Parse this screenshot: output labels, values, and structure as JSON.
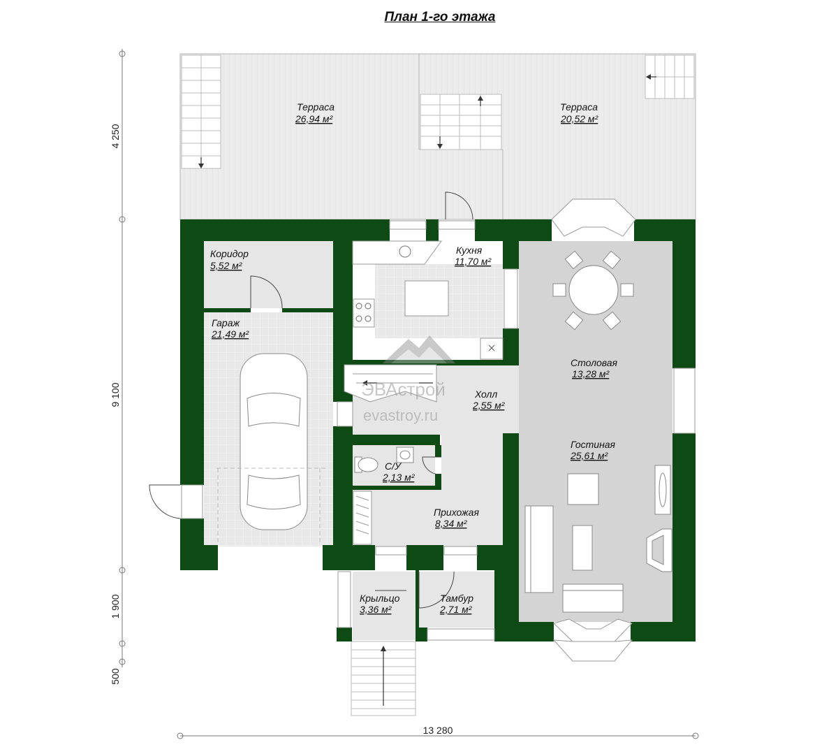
{
  "title": "План 1-го этажа",
  "rooms": {
    "terrace_left": {
      "name": "Терраса",
      "area": "26,94 м²"
    },
    "terrace_right": {
      "name": "Терраса",
      "area": "20,52 м²"
    },
    "corridor": {
      "name": "Коридор",
      "area": "5,52 м²"
    },
    "kitchen": {
      "name": "Кухня",
      "area": "11,70 м²"
    },
    "garage": {
      "name": "Гараж",
      "area": "21,49 м²"
    },
    "dining": {
      "name": "Столовая",
      "area": "13,28 м²"
    },
    "hall": {
      "name": "Холл",
      "area": "2,55 м²"
    },
    "living": {
      "name": "Гостиная",
      "area": "25,61 м²"
    },
    "wc": {
      "name": "С/У",
      "area": "2,13 м²"
    },
    "entry": {
      "name": "Прихожая",
      "area": "8,34 м²"
    },
    "porch": {
      "name": "Крыльцо",
      "area": "3,36 м²"
    },
    "vestibule": {
      "name": "Тамбур",
      "area": "2,71 м²"
    }
  },
  "dimensions": {
    "v_terrace": "4 250",
    "v_house": "9 100",
    "v_porch": "1 900",
    "v_steps": "500",
    "h_total": "13 280"
  },
  "watermark": {
    "brand": "ЭВАстрой",
    "site": "evastroy.ru"
  },
  "colors": {
    "wall": "#0d4a14",
    "floor": "#e6e6e6",
    "living_floor": "#d4d4d4",
    "terrace": "#ececec"
  }
}
